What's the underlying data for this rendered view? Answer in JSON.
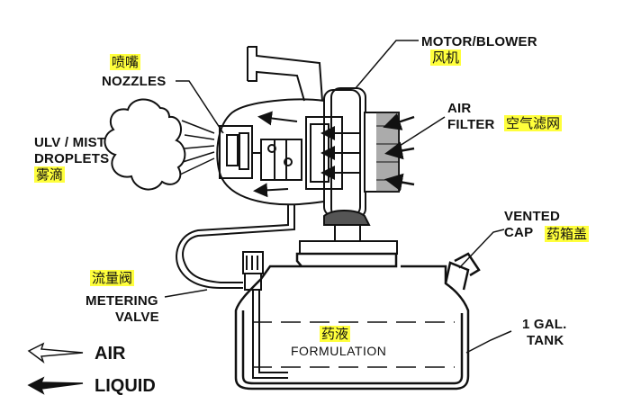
{
  "highlight_color": "#ffff3c",
  "labels": {
    "motor_blower": "MOTOR/BLOWER",
    "motor_blower_zh": "风机",
    "nozzles": "NOZZLES",
    "nozzles_zh": "喷嘴",
    "air_filter_line1": "AIR",
    "air_filter_line2": "FILTER",
    "air_filter_zh": "空气滤网",
    "ulv_mist_line1": "ULV / MIST",
    "ulv_mist_line2": "DROPLETS",
    "ulv_mist_zh": "雾滴",
    "vented_cap_line1": "VENTED",
    "vented_cap_line2": "CAP",
    "vented_cap_zh": "药箱盖",
    "metering_valve_zh": "流量阀",
    "metering_valve_line1": "METERING",
    "metering_valve_line2": "VALVE",
    "formulation_zh": "药液",
    "formulation": "FORMULATION",
    "tank_line1": "1 GAL.",
    "tank_line2": "TANK"
  },
  "legend": [
    {
      "label": "AIR",
      "arrow": "hollow-arrow-icon"
    },
    {
      "label": "LIQUID",
      "arrow": "solid-arrow-icon"
    }
  ]
}
